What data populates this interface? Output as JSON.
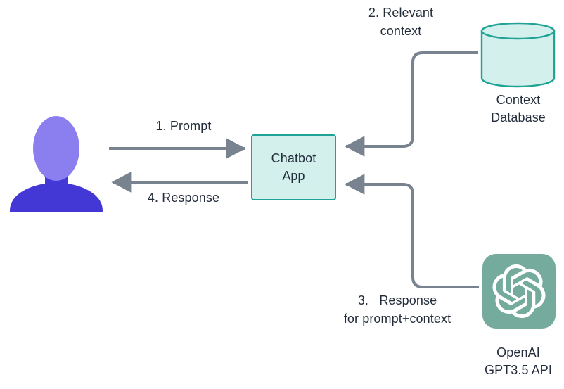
{
  "diagram": {
    "title": "Chatbot retrieval-augmented generation flow",
    "background_color": "#ffffff",
    "text_color": "#242d3c",
    "arrow_color": "#78838f",
    "node_fill_color": "#d3f0ec",
    "node_border_color": "#20a396",
    "openai_tile_color": "#74ab9c",
    "avatar_head_color": "#8b7ff0",
    "avatar_body_color": "#4338d6"
  },
  "nodes": {
    "user": {
      "name": "user",
      "icon": "user-avatar-icon",
      "label": ""
    },
    "chatbot": {
      "name": "chatbot-app",
      "label": "Chatbot\nApp",
      "shape": "rectangle"
    },
    "context_database": {
      "name": "context-database",
      "label": "Context\nDatabase",
      "shape": "cylinder"
    },
    "openai": {
      "name": "openai-gpt35-api",
      "label": "OpenAI\nGPT3.5 API",
      "icon": "openai-logo-icon",
      "shape": "rounded-square"
    }
  },
  "edges": [
    {
      "id": "prompt",
      "label": "1. Prompt",
      "from": "user",
      "to": "chatbot",
      "direction": "right"
    },
    {
      "id": "relevant-context",
      "label": "2. Relevant\ncontext",
      "from": "context_database",
      "to": "chatbot",
      "direction": "left"
    },
    {
      "id": "gpt-response",
      "label": "3.   Response\nfor prompt+context",
      "from": "openai",
      "to": "chatbot",
      "direction": "left"
    },
    {
      "id": "response",
      "label": "4. Response",
      "from": "chatbot",
      "to": "user",
      "direction": "left"
    }
  ]
}
